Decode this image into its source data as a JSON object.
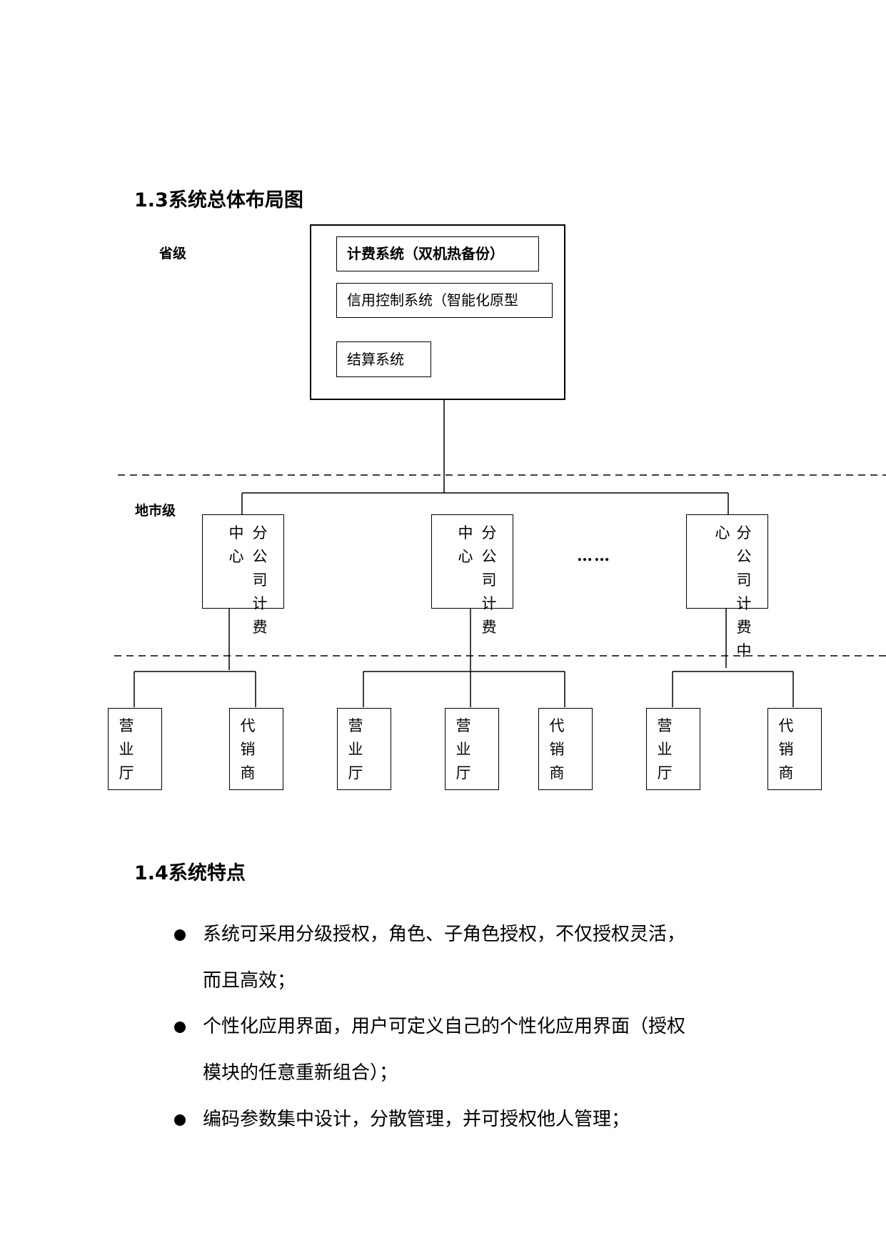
{
  "section_1_3": {
    "title": "1.3系统总体布局图"
  },
  "diagram": {
    "levels": {
      "province": "省级",
      "city": "地市级"
    },
    "province_box": {
      "billing": "计费系统（双机热备份）",
      "credit": "信用控制系统（智能化原型",
      "settlement": "结算系统"
    },
    "branches": [
      {
        "col_a": "中心",
        "col_b": "分公司计费"
      },
      {
        "col_a": "中心",
        "col_b": "分公司计费"
      },
      {
        "col_a": "心",
        "col_b": "分公司计费中"
      }
    ],
    "ellipsis": "……",
    "leaves": [
      "营业厅",
      "代销商",
      "营业厅",
      "营业厅",
      "代销商",
      "营业厅",
      "代销商"
    ]
  },
  "section_1_4": {
    "title": "1.4系统特点",
    "bullets": [
      {
        "line1": "系统可采用分级授权，角色、子角色授权，不仅授权灵活，",
        "line2": "而且高效；"
      },
      {
        "line1": "个性化应用界面，用户可定义自己的个性化应用界面（授权",
        "line2": "模块的任意重新组合）；"
      },
      {
        "line1": "编码参数集中设计，分散管理，并可授权他人管理；"
      }
    ]
  }
}
